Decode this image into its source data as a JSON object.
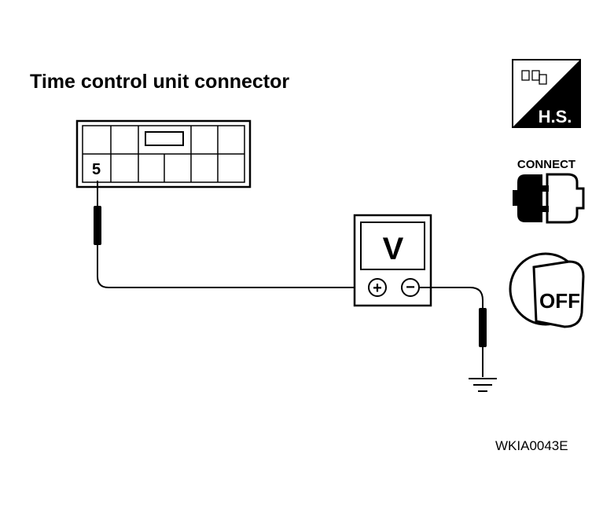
{
  "title": "Time control unit connector",
  "connector": {
    "pin_label": "5"
  },
  "voltmeter": {
    "display": "V",
    "plus": "+",
    "minus": "−"
  },
  "icons": {
    "hs_label": "H.S.",
    "connect_label": "CONNECT",
    "key_label": "OFF"
  },
  "figure_code": "WKIA0043E"
}
